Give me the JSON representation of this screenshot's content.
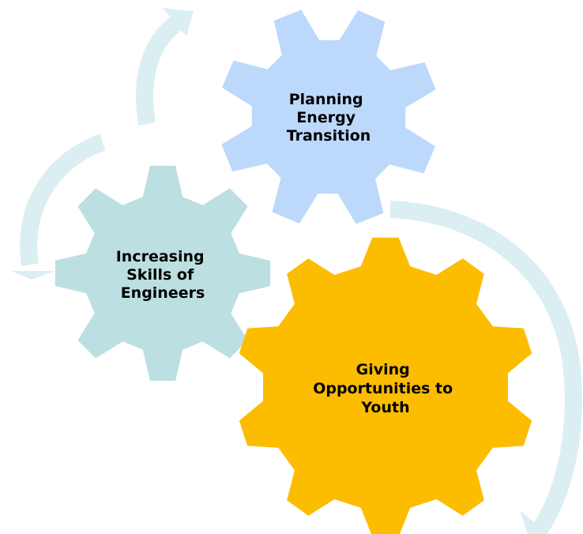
{
  "colors": {
    "arrow": "#dbeef2",
    "gear_large": "#fcbd00",
    "gear_top": "#bcd9fb",
    "gear_left": "#bcdfe1",
    "text": "#000000"
  },
  "gears": {
    "top": {
      "lines": [
        "Planning",
        "Energy",
        "Transition"
      ]
    },
    "left": {
      "lines": [
        "Increasing",
        "Skills of",
        "Engineers"
      ]
    },
    "large": {
      "lines": [
        "Giving",
        "Opportunities to",
        "Youth"
      ]
    }
  }
}
